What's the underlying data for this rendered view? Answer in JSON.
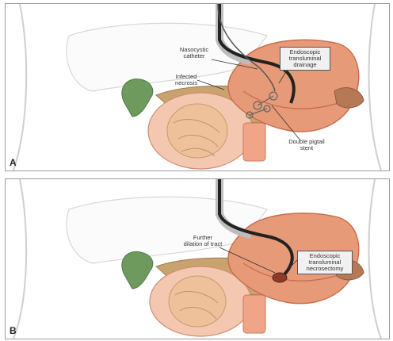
{
  "panels": [
    {
      "id": "A",
      "labels": {
        "catheter": "Nasocystic\ncatheter",
        "necrosis": "Infected\nnecrosis",
        "boxed": "Endoscopic\ntransluminal\ndrainage",
        "stent": "Double pigtail\nstent"
      }
    },
    {
      "id": "B",
      "labels": {
        "dilation": "Further\ndilation of tract",
        "boxed": "Endoscopic\ntransluminal\nnecrosectomy"
      }
    }
  ],
  "colors": {
    "stomach": "#e79a78",
    "stomach_dark": "#c86b4c",
    "pancreas": "#c9a36f",
    "gallbladder": "#6e9a5e",
    "cyst": "#f4c8b0",
    "cyst_inner": "#eec19a",
    "aorta": "#f0a488",
    "endoscope": "#222222",
    "body_outline": "#cfcfcf"
  }
}
